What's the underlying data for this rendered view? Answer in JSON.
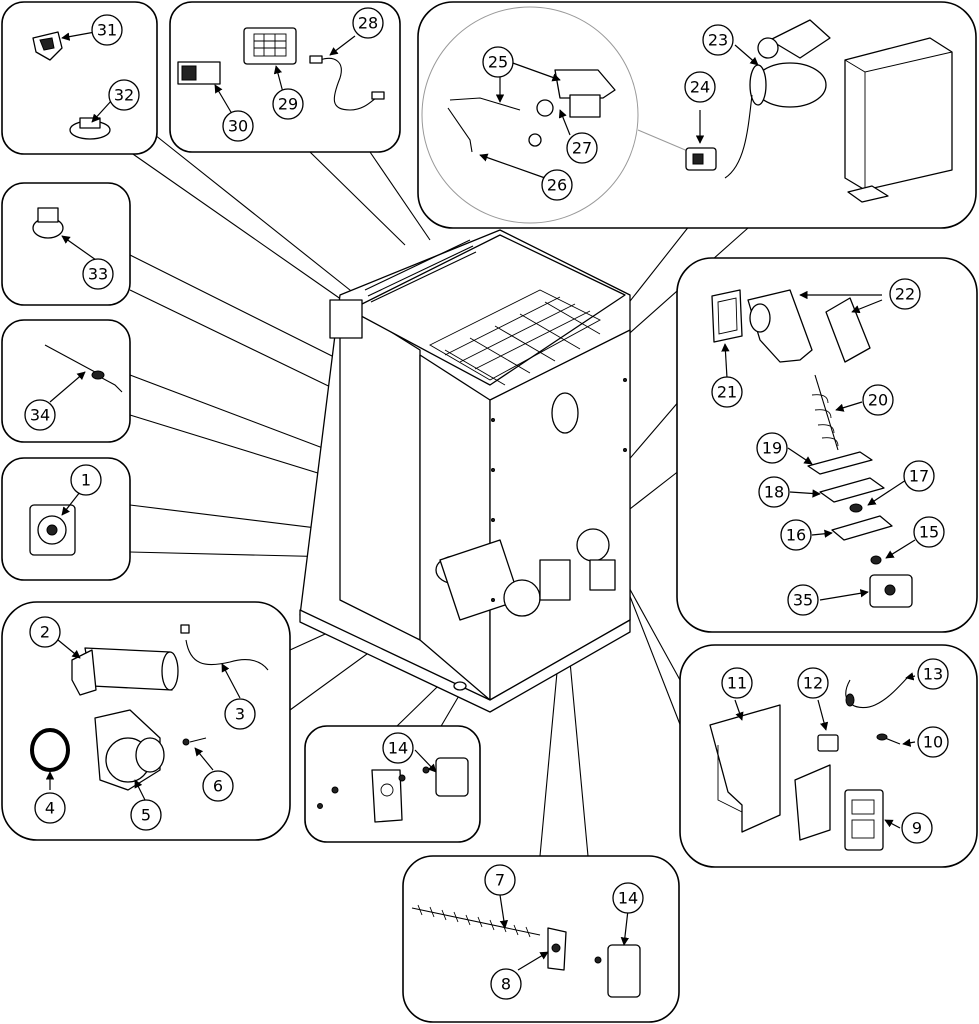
{
  "callouts": [
    {
      "id": "c31",
      "label": "31"
    },
    {
      "id": "c32",
      "label": "32"
    },
    {
      "id": "c30",
      "label": "30"
    },
    {
      "id": "c29",
      "label": "29"
    },
    {
      "id": "c28",
      "label": "28"
    },
    {
      "id": "c25",
      "label": "25"
    },
    {
      "id": "c27",
      "label": "27"
    },
    {
      "id": "c26",
      "label": "26"
    },
    {
      "id": "c24",
      "label": "24"
    },
    {
      "id": "c23",
      "label": "23"
    },
    {
      "id": "c33",
      "label": "33"
    },
    {
      "id": "c34",
      "label": "34"
    },
    {
      "id": "c1",
      "label": "1"
    },
    {
      "id": "c2",
      "label": "2"
    },
    {
      "id": "c3",
      "label": "3"
    },
    {
      "id": "c4",
      "label": "4"
    },
    {
      "id": "c5",
      "label": "5"
    },
    {
      "id": "c6",
      "label": "6"
    },
    {
      "id": "c14a",
      "label": "14"
    },
    {
      "id": "c7",
      "label": "7"
    },
    {
      "id": "c8",
      "label": "8"
    },
    {
      "id": "c14b",
      "label": "14"
    },
    {
      "id": "c22",
      "label": "22"
    },
    {
      "id": "c21",
      "label": "21"
    },
    {
      "id": "c20",
      "label": "20"
    },
    {
      "id": "c19",
      "label": "19"
    },
    {
      "id": "c17",
      "label": "17"
    },
    {
      "id": "c18",
      "label": "18"
    },
    {
      "id": "c16",
      "label": "16"
    },
    {
      "id": "c15",
      "label": "15"
    },
    {
      "id": "c35",
      "label": "35"
    },
    {
      "id": "c11",
      "label": "11"
    },
    {
      "id": "c12",
      "label": "12"
    },
    {
      "id": "c13",
      "label": "13"
    },
    {
      "id": "c10",
      "label": "10"
    },
    {
      "id": "c9",
      "label": "9"
    }
  ]
}
